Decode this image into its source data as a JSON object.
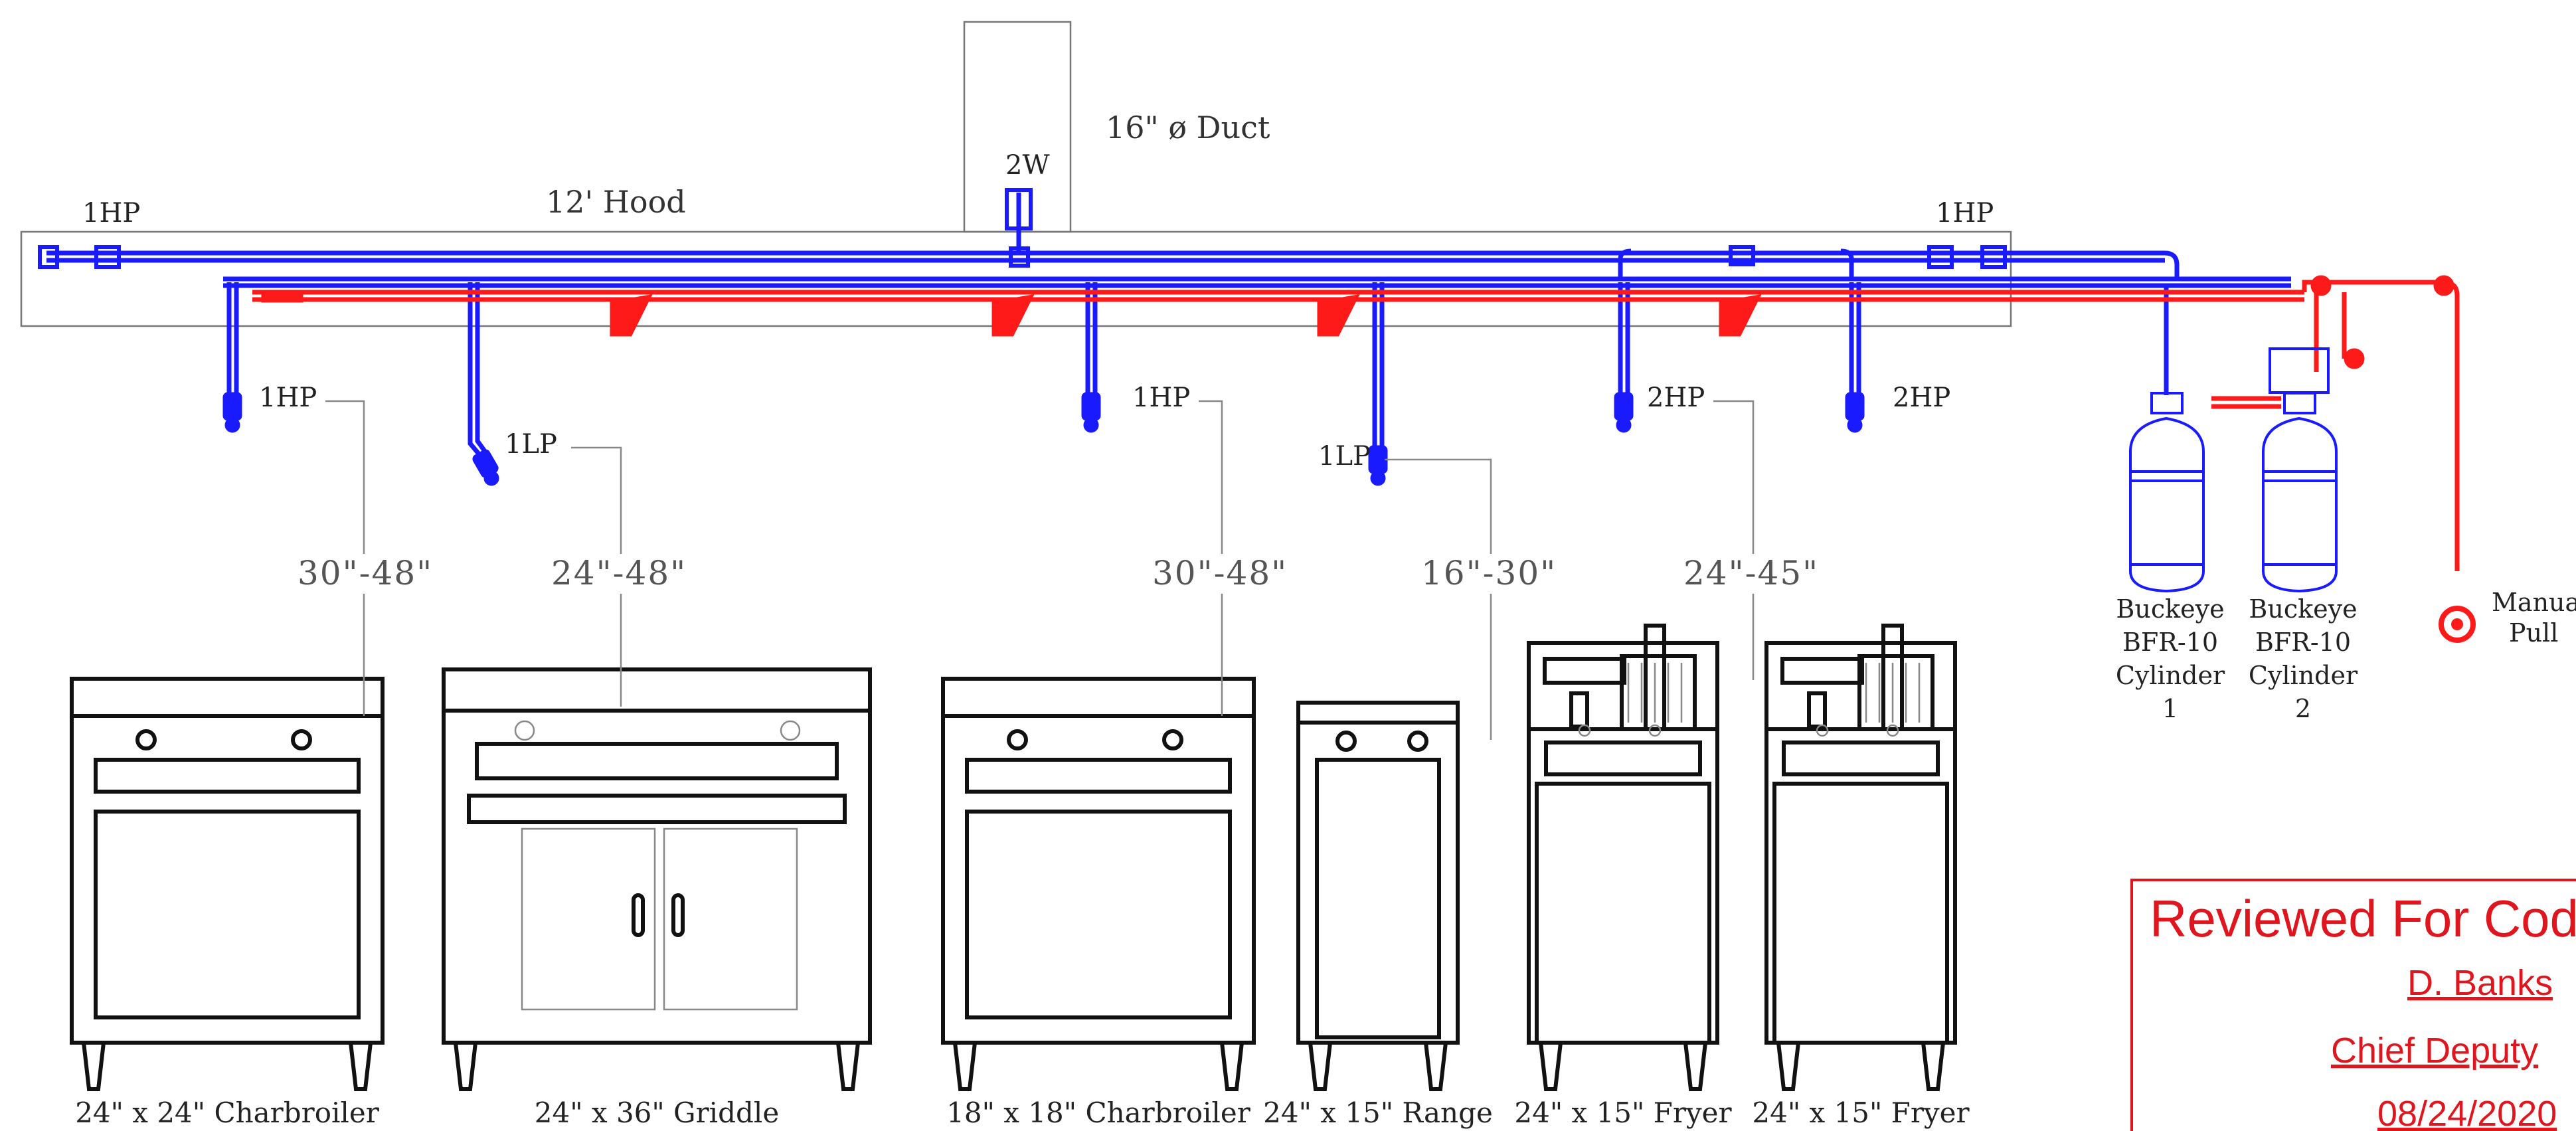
{
  "labels": {
    "duct": "16\" ø Duct",
    "hood": "12' Hood",
    "nozzle_2w": "2W",
    "nozzle_1hp_left": "1HP",
    "nozzle_1hp_right": "1HP"
  },
  "appliances": [
    {
      "nozzle": "1HP",
      "height_range": "30\"-48\"",
      "caption": "24\" x 24\" Charbroiler"
    },
    {
      "nozzle": "1LP",
      "height_range": "24\"-48\"",
      "caption": "24\" x 36\" Griddle"
    },
    {
      "nozzle": "1HP",
      "height_range": "30\"-48\"",
      "caption": "18\" x 18\" Charbroiler"
    },
    {
      "nozzle": "1LP",
      "height_range": "16\"-30\"",
      "caption": "24\" x 15\" Range"
    },
    {
      "nozzle": "2HP",
      "height_range": "24\"-45\"",
      "caption": "24\" x 15\" Fryer"
    },
    {
      "nozzle": "2HP",
      "height_range": "",
      "caption": "24\" x 15\" Fryer"
    }
  ],
  "cylinders": [
    {
      "lines": [
        "Buckeye",
        "BFR-10",
        "Cylinder",
        "1"
      ]
    },
    {
      "lines": [
        "Buckeye",
        "BFR-10",
        "Cylinder",
        "2"
      ]
    }
  ],
  "manual_pull": {
    "lines": [
      "Manual",
      "Pull"
    ]
  },
  "stamp": {
    "title": "Reviewed For Cod",
    "name": "D. Banks",
    "role": "Chief Deputy",
    "date": "08/24/2020"
  },
  "colors": {
    "distribution_pipe": "#1a1aff",
    "detection_line": "#ff1a1a",
    "appliance_outline": "#111111",
    "stamp": "#e0161f"
  }
}
